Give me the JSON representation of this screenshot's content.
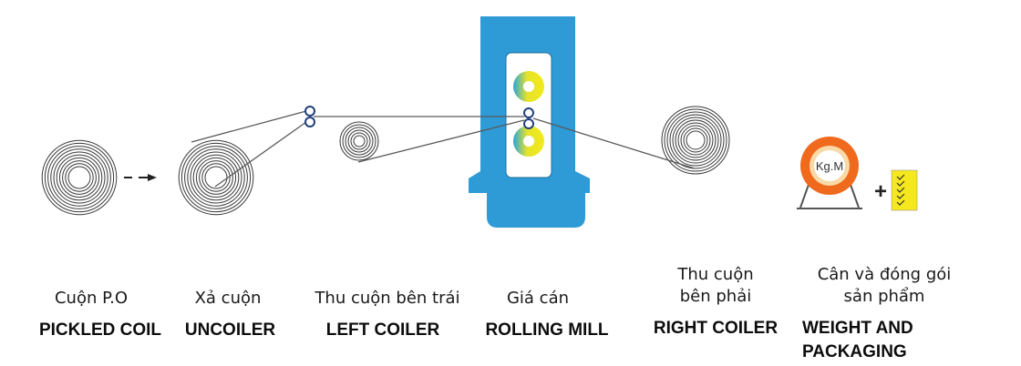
{
  "stages": [
    {
      "id": "pickled-coil",
      "label_vi": "Cuộn P.O",
      "label_en": "PICKLED COIL"
    },
    {
      "id": "uncoiler",
      "label_vi": "Xả cuộn",
      "label_en": "UNCOILER"
    },
    {
      "id": "left-coiler",
      "label_vi": "Thu cuộn bên trái",
      "label_en": "LEFT COILER"
    },
    {
      "id": "rolling-mill",
      "label_vi": "Giá cán",
      "label_en": "ROLLING MILL"
    },
    {
      "id": "right-coiler",
      "label_vi": "Thu cuộn\nbên phải",
      "label_en": "RIGHT COILER"
    },
    {
      "id": "weight-packaging",
      "label_vi": "Cân và đóng gói\nsản phẩm",
      "label_en": "WEIGHT AND\nPACKAGING"
    }
  ],
  "scale_label": "Kg.M",
  "plus_sign": "+",
  "colors": {
    "mill_blue": "#2e9bd6",
    "coil_stroke": "#3a3a3a",
    "scale_orange": "#ef6a1c",
    "check_yellow": "#f6e81e",
    "roller_navy": "#1f3f7a"
  }
}
